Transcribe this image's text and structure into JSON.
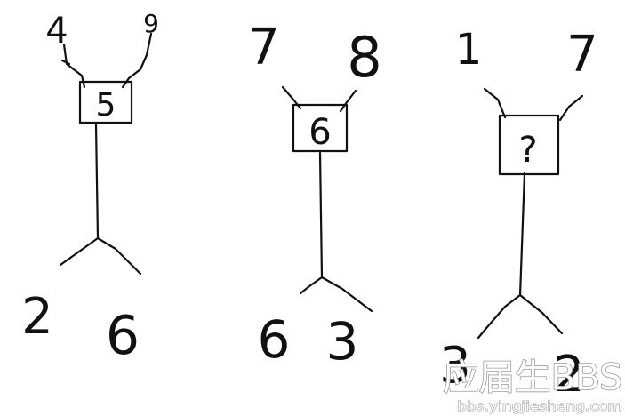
{
  "figures": [
    {
      "top_left": "4",
      "top_right": "9",
      "box": "5",
      "bottom_left": "2",
      "bottom_right": "6"
    },
    {
      "top_left": "7",
      "top_right": "8",
      "box": "6",
      "bottom_left": "6",
      "bottom_right": "3"
    },
    {
      "top_left": "1",
      "top_right": "7",
      "box": "?",
      "bottom_left": "3",
      "bottom_right": "2"
    }
  ],
  "watermark": {
    "text": "应届生BBS",
    "url": "bbs.yingjiesheng.com"
  }
}
